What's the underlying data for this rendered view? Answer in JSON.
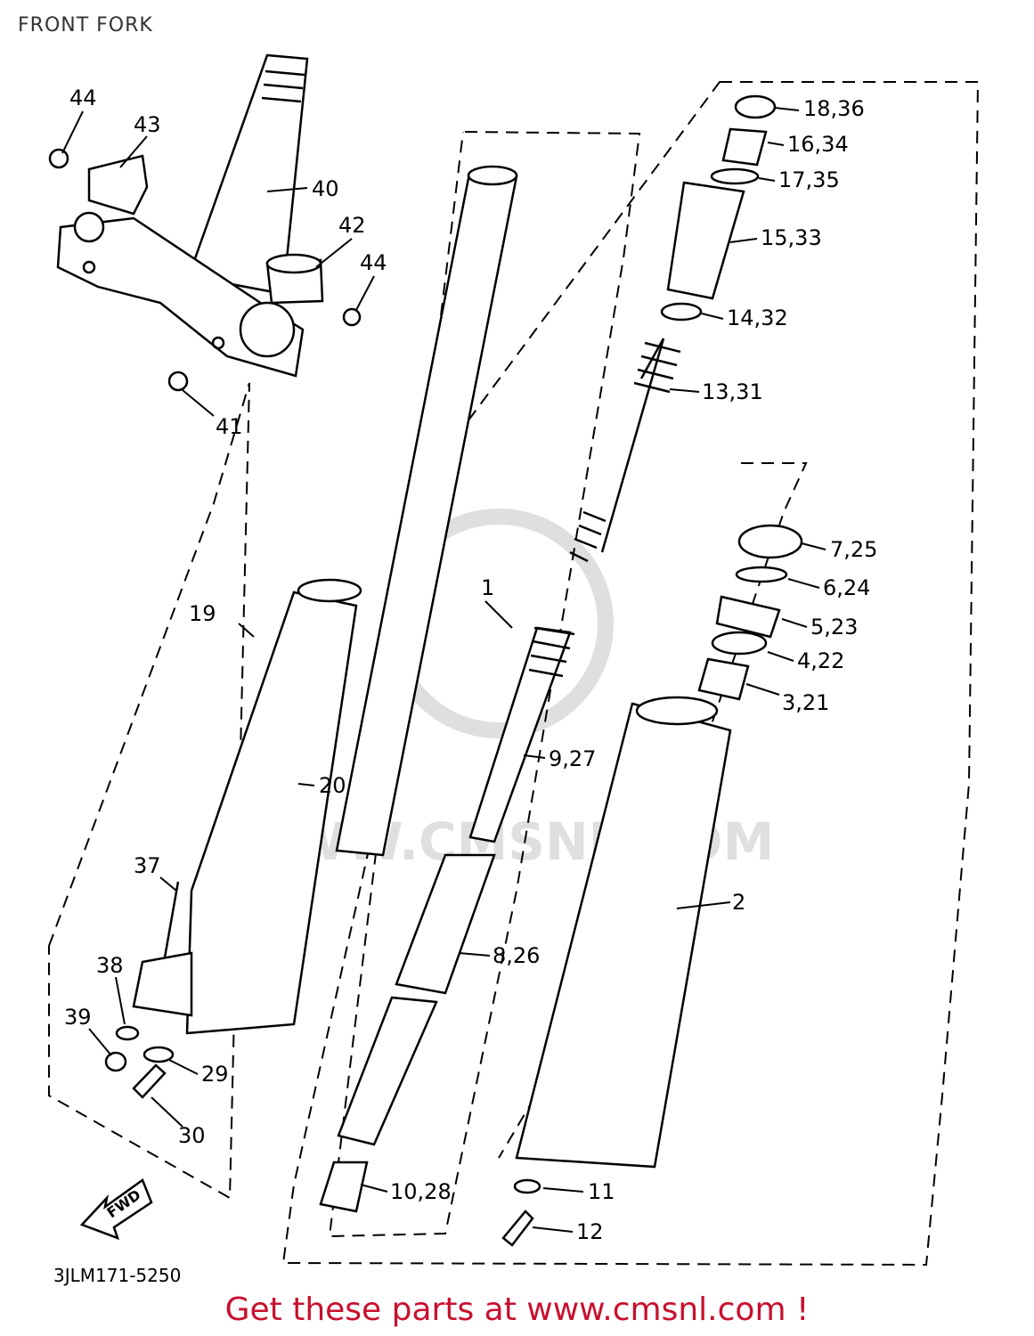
{
  "title": "FRONT FORK",
  "drawing_code": "3JLM171-5250",
  "cta": "Get these parts at www.cmsnl.com !",
  "watermark": "WWW.CMSNL.COM",
  "fwd_label": "FWD",
  "callouts": {
    "p1": "1",
    "p2": "2",
    "p3": "3,21",
    "p4": "4,22",
    "p5": "5,23",
    "p6": "6,24",
    "p7": "7,25",
    "p8": "8,26",
    "p9": "9,27",
    "p10": "10,28",
    "p11": "11",
    "p12": "12",
    "p13": "13,31",
    "p14": "14,32",
    "p15": "15,33",
    "p16": "16,34",
    "p17": "17,35",
    "p18": "18,36",
    "p19": "19",
    "p20": "20",
    "p29": "29",
    "p30": "30",
    "p37": "37",
    "p38": "38",
    "p39": "39",
    "p40": "40",
    "p41": "41",
    "p42": "42",
    "p43": "43",
    "p44a": "44",
    "p44b": "44"
  },
  "colors": {
    "line": "#000000",
    "cta": "#c8102e",
    "watermark": "#d9d9d9"
  }
}
